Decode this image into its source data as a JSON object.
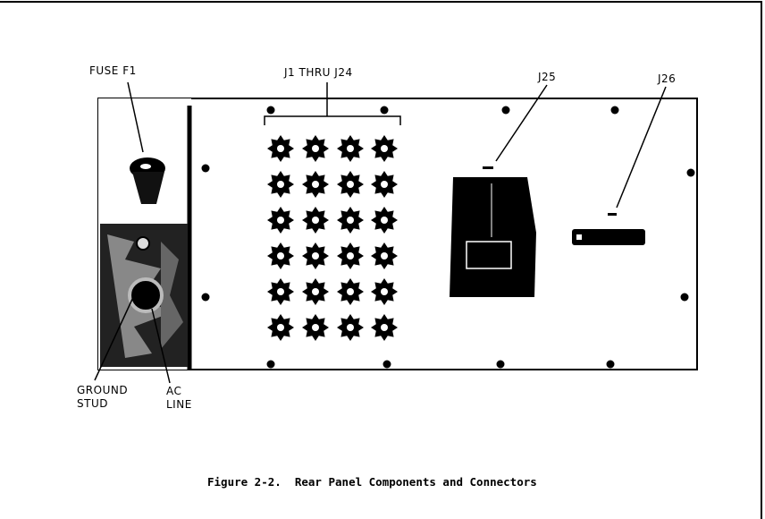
{
  "labels": {
    "fuse": "FUSE F1",
    "jacks": "J1 THRU J24",
    "j25": "J25",
    "j26": "J26",
    "ground_stud": [
      "GROUND",
      "STUD"
    ],
    "ac_line": [
      "AC",
      "LINE"
    ]
  },
  "caption": {
    "number": "Figure 2-2.",
    "title": "Rear Panel Components and Connectors"
  },
  "jack_grid": {
    "columns": 4,
    "rows": 6
  }
}
